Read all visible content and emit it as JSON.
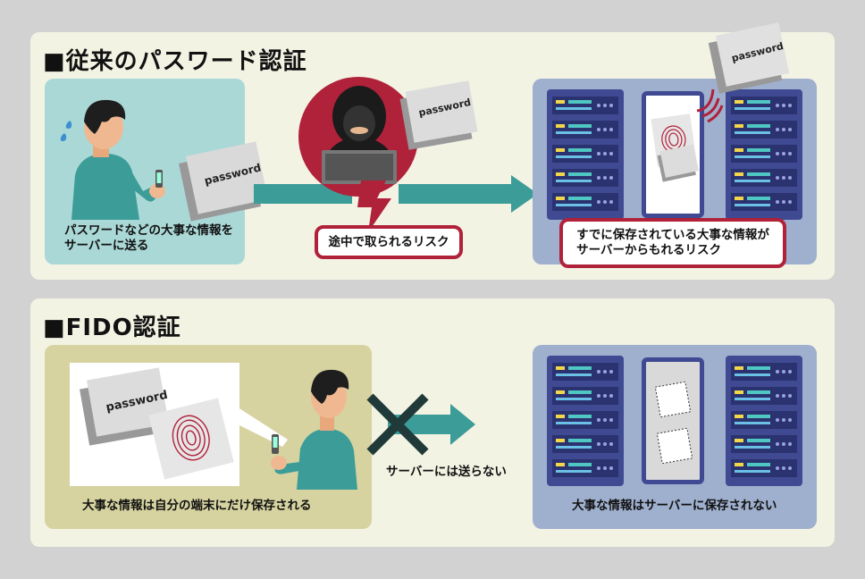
{
  "traditional": {
    "title": "■従来のパスワード認証",
    "send_caption_line1": "パスワードなどの大事な情報を",
    "send_caption_line2": "サーバーに送る",
    "intercept_risk": "途中で取られるリスク",
    "leak_risk_line1": "すでに保存されている大事な情報が",
    "leak_risk_line2": "サーバーからもれるリスク",
    "password_label": "password"
  },
  "fido": {
    "title": "■FIDO認証",
    "local_caption": "大事な情報は自分の端末にだけ保存される",
    "not_sent_label": "サーバーには送らない",
    "server_caption": "大事な情報はサーバーに保存されない",
    "password_label": "password"
  },
  "colors": {
    "background": "#d2d2d2",
    "panel": "#f3f3e4",
    "user_box": "#aad8d6",
    "server_box": "#9fb0cf",
    "fido_user_box": "#d6d3a0",
    "arrow_teal": "#3c9c98",
    "risk_red": "#b0213a",
    "cross_dark": "#1f3a38",
    "server_rack": "#3f4a92"
  }
}
